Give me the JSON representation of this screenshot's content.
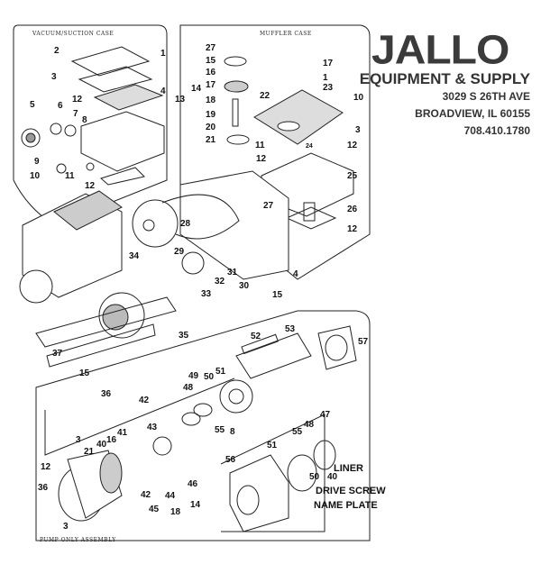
{
  "brand": {
    "logo_text": "JALLO",
    "tagline": "EQUIPMENT & SUPPLY",
    "address_line1": "3029 S 26TH AVE",
    "address_line2": "BROADVIEW, IL 60155",
    "phone": "708.410.1780",
    "logo_color": "#3b3b3b"
  },
  "sections": {
    "vacuum_case": "VACUUM/SUCTION CASE",
    "muffler_case": "MUFFLER CASE",
    "pump_assembly": "PUMP ONLY ASSEMBLY"
  },
  "callouts": {
    "liner": "LINER",
    "drive_screw": "DRIVE SCREW",
    "name_plate": "NAME PLATE"
  },
  "part_labels": {
    "vacuum": [
      "1",
      "2",
      "3",
      "4",
      "5",
      "6",
      "7",
      "8",
      "9",
      "10",
      "11",
      "12",
      "12"
    ],
    "muffler": [
      "27",
      "15",
      "16",
      "17",
      "18",
      "19",
      "20",
      "21",
      "14",
      "13",
      "17",
      "1",
      "23",
      "22",
      "10",
      "3",
      "11",
      "24",
      "12",
      "12",
      "25",
      "27",
      "26",
      "12"
    ],
    "drive": [
      "28",
      "29",
      "31",
      "32",
      "30",
      "4",
      "15",
      "34",
      "33",
      "35",
      "37",
      "15",
      "36"
    ],
    "pump_right": [
      "53",
      "52",
      "57",
      "49",
      "50",
      "51",
      "48",
      "55",
      "8",
      "47",
      "55",
      "48",
      "51",
      "56",
      "50",
      "40"
    ],
    "pump_left": [
      "42",
      "43",
      "41",
      "40",
      "16",
      "3",
      "21",
      "12",
      "36",
      "3",
      "42",
      "44",
      "46",
      "45",
      "18",
      "14"
    ]
  }
}
